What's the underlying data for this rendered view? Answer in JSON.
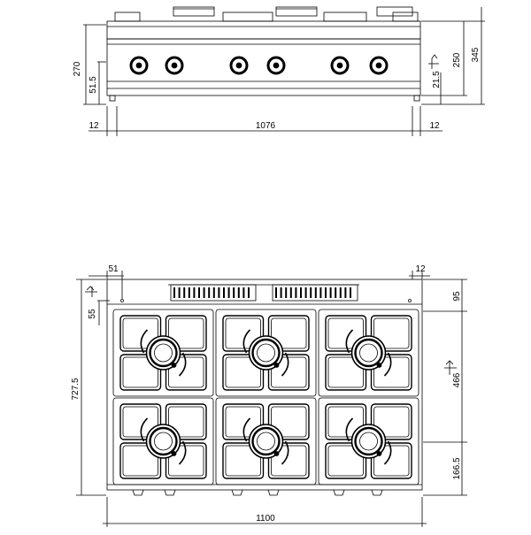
{
  "front_view": {
    "dims": {
      "height_270": "270",
      "knob_height_51_5": "51.5",
      "side_21_5": "21.5",
      "height_250": "250",
      "height_345": "345",
      "left_margin_12": "12",
      "width_1076": "1076",
      "right_margin_12": "12"
    },
    "burners_per_row": 3,
    "knob_count": 6
  },
  "top_view": {
    "dims": {
      "offset_51": "51",
      "offset_12": "12",
      "depth_95": "95",
      "gas_inlet_55": "55",
      "depth_727_5": "727.5",
      "depth_466": "466",
      "depth_166_5": "166.5",
      "width_1100": "1100"
    },
    "burner_rows": 2,
    "burner_cols": 3,
    "vent_grilles": 2
  },
  "colors": {
    "line": "#000000",
    "background": "#ffffff"
  }
}
